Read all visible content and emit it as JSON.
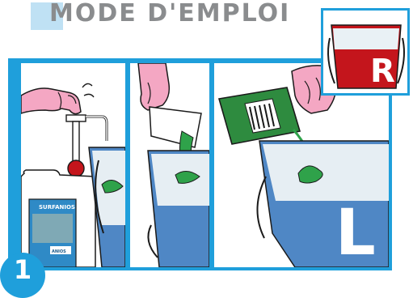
{
  "header": {
    "title": "MODE D'EMPLOI"
  },
  "step": {
    "number": "1"
  },
  "product": {
    "name": "SURFANIOS",
    "brand": "ANIOS"
  },
  "buckets": {
    "left_label": "L",
    "right_label": "R"
  },
  "icons": [
    "gloved-hand-icon",
    "pump-dispenser-icon",
    "sachet-icon",
    "dose-bottle-icon",
    "bucket-icon"
  ],
  "colors": {
    "frame": "#1f9fdb",
    "title_block": "#bfe1f4",
    "glove": "#f4a7c3",
    "bucket_blue": "#4f87c5",
    "liquid_green": "#2fa24a",
    "bucket_red": "#c4151c"
  }
}
